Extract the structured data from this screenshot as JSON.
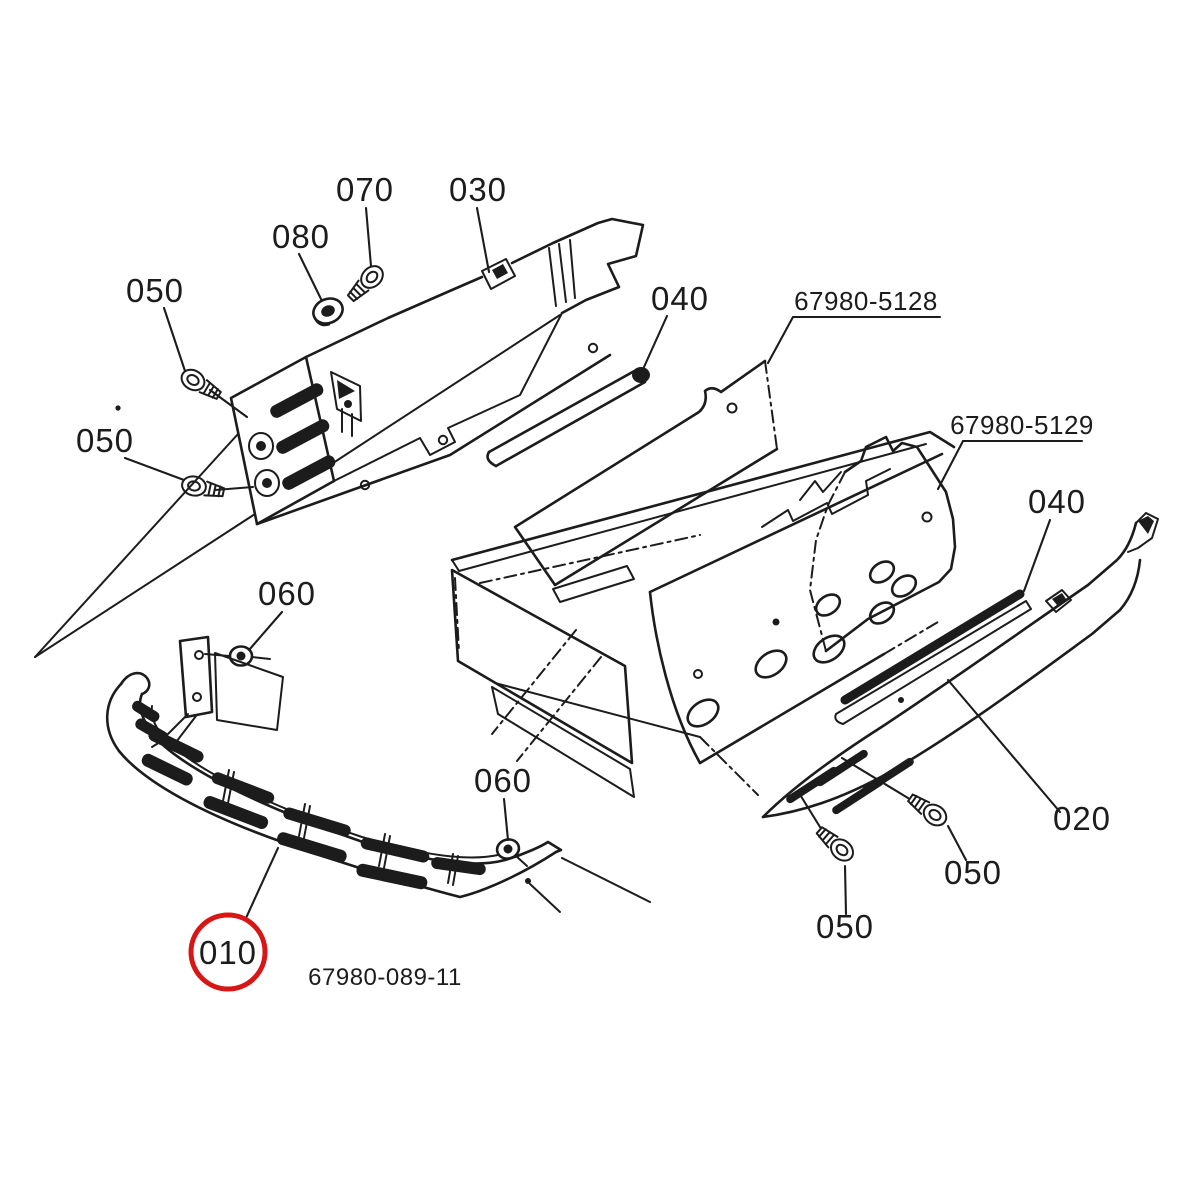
{
  "diagram": {
    "description": "Exploded parts line-drawing of a tractor front bumper and side cover assembly",
    "background_color": "#ffffff",
    "line_color": "#1c1c1c",
    "highlight_color": "#d81616",
    "highlighted_callout": "010",
    "callouts": {
      "c070": "070",
      "c030": "030",
      "c080": "080",
      "c050_upper_left": "050",
      "c050_mid_left": "050",
      "c040_left": "040",
      "c060_upper": "060",
      "c060_lower": "060",
      "c010": "010",
      "c020": "020",
      "c050_right": "050",
      "c050_bottom": "050",
      "c040_right": "040"
    },
    "part_numbers": {
      "pn_5128": "67980-5128",
      "pn_5129": "67980-5129",
      "pn_089_11": "67980-089-11"
    }
  }
}
